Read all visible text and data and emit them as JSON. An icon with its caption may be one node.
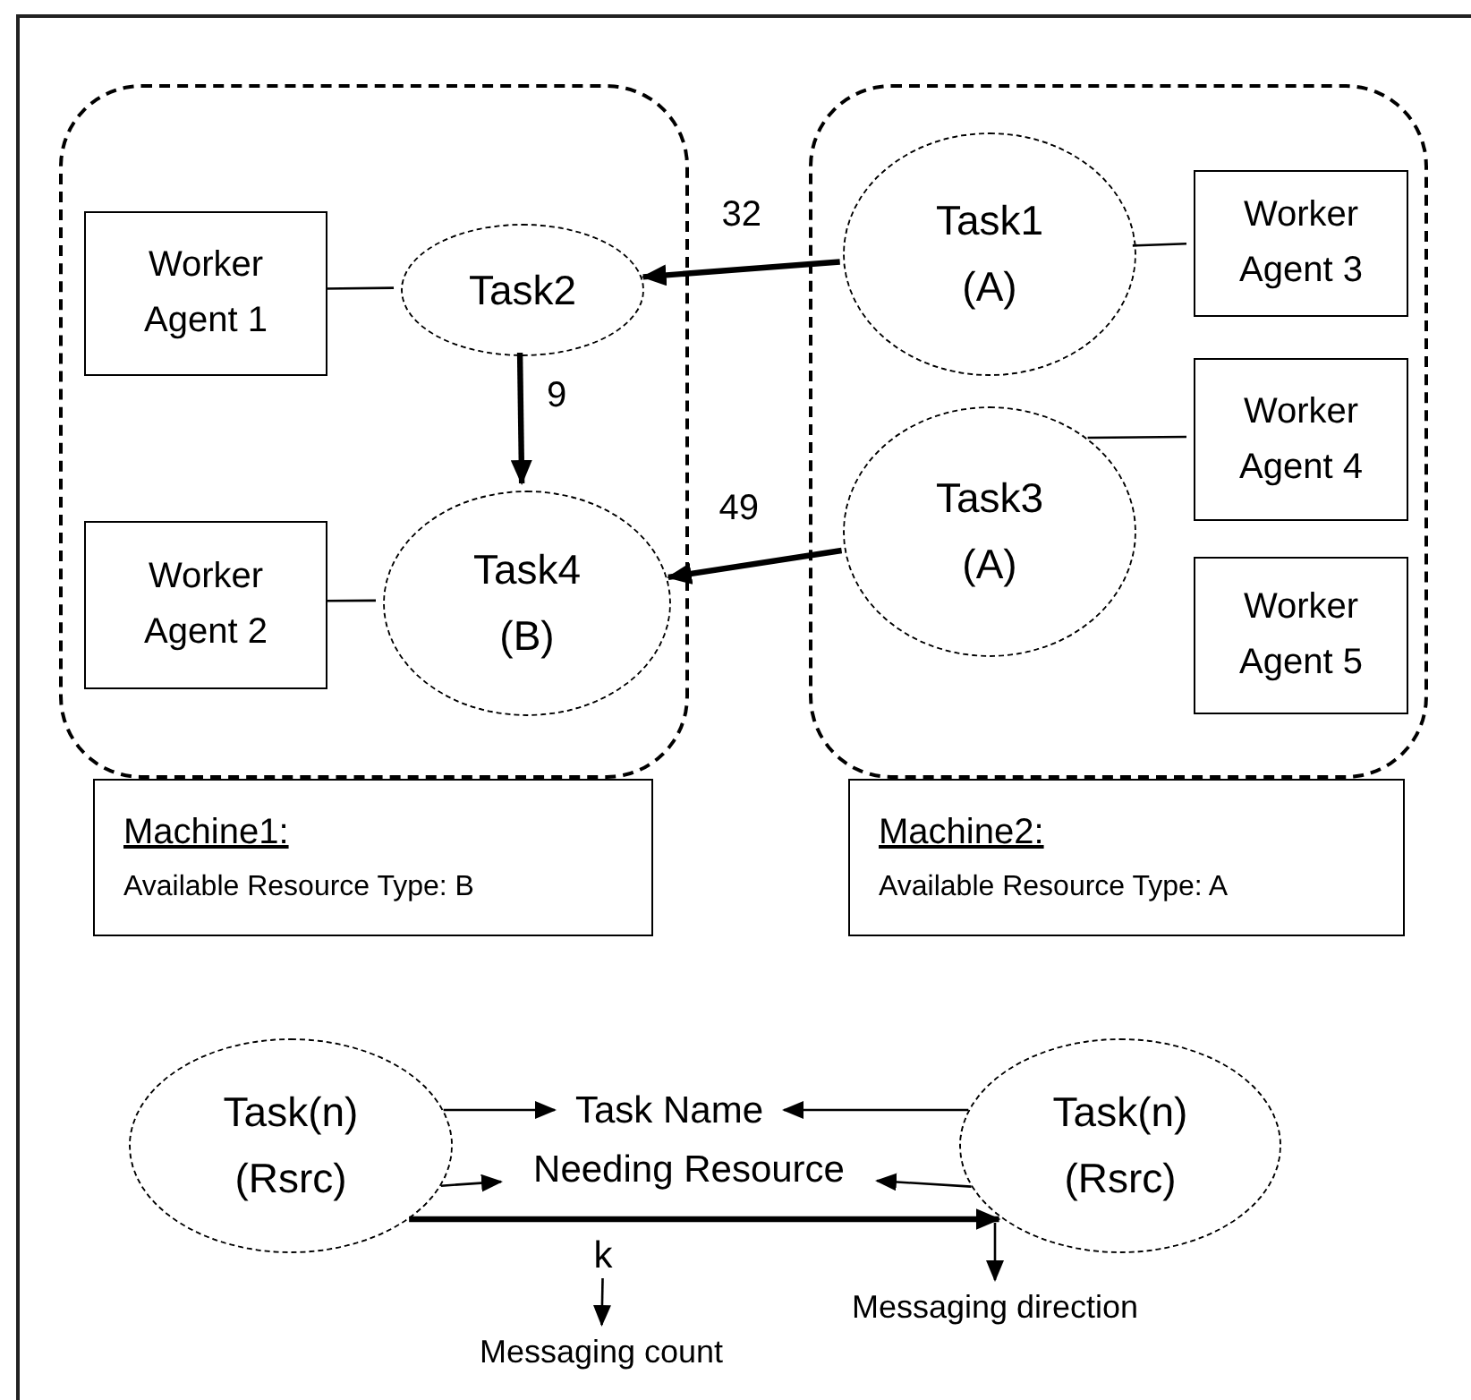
{
  "diagram": {
    "nodes": [
      {
        "text": [],
        "shape": "box"
      },
      {
        "text": [],
        "shape": "box"
      },
      {
        "text": [
          "Worker Agent 1"
        ],
        "in": 0
      },
      {
        "text": [
          "Task2"
        ],
        "in": 0
      },
      {
        "text": [
          "Worker Agent 2"
        ],
        "in": 0
      },
      {
        "text": [
          "Task4",
          "(B)"
        ],
        "in": 0
      },
      {
        "text": [
          "Task1",
          "(A)"
        ],
        "in": 1
      },
      {
        "text": [
          "Worker Agent 3"
        ],
        "in": 1
      },
      {
        "text": [
          "Task3",
          "(A)"
        ],
        "in": 1
      },
      {
        "text": [
          "Worker Agent 4"
        ],
        "in": 1
      },
      {
        "text": [
          "Worker Agent 5"
        ],
        "in": 1
      },
      {
        "text": [
          "Machine1:",
          "Available Resource Type: B"
        ]
      },
      {
        "text": [
          "Machine2:",
          "Available Resource Type: A"
        ]
      },
      {
        "text": [
          "Task(n)",
          "(Rsrc)"
        ]
      },
      {
        "text": [
          "Task Name"
        ]
      },
      {
        "text": [
          "Needing Resource"
        ]
      },
      {
        "text": [
          "Task(n)",
          "(Rsrc)"
        ]
      },
      {
        "text": [
          "k"
        ]
      },
      {
        "text": [
          "Messaging count"
        ]
      },
      {
        "text": [
          "Messaging direction"
        ]
      }
    ],
    "edges": [
      {
        "from": 2,
        "to": 3,
        "arrow": "none"
      },
      {
        "from": 6,
        "to": 3,
        "arrow": "to",
        "label": "32",
        "style": "thick"
      },
      {
        "from": 3,
        "to": 5,
        "arrow": "to",
        "label": "9",
        "style": "thick"
      },
      {
        "from": 8,
        "to": 5,
        "arrow": "to",
        "label": "49",
        "style": "thick"
      },
      {
        "from": 4,
        "to": 5,
        "arrow": "none"
      },
      {
        "from": 6,
        "to": 7,
        "arrow": "none"
      },
      {
        "from": 8,
        "to": 9,
        "arrow": "none"
      },
      {
        "from": 13,
        "to": 14,
        "arrow": "to"
      },
      {
        "from": 13,
        "to": 15,
        "arrow": "to"
      },
      {
        "from": 16,
        "to": 14,
        "arrow": "to"
      },
      {
        "from": 16,
        "to": 15,
        "arrow": "to"
      },
      {
        "from": 13,
        "to": 16,
        "arrow": "to",
        "style": "thick"
      },
      {
        "from": 17,
        "to": 18,
        "arrow": "to"
      },
      {
        "from": 16,
        "to": 19,
        "arrow": "to"
      }
    ]
  }
}
